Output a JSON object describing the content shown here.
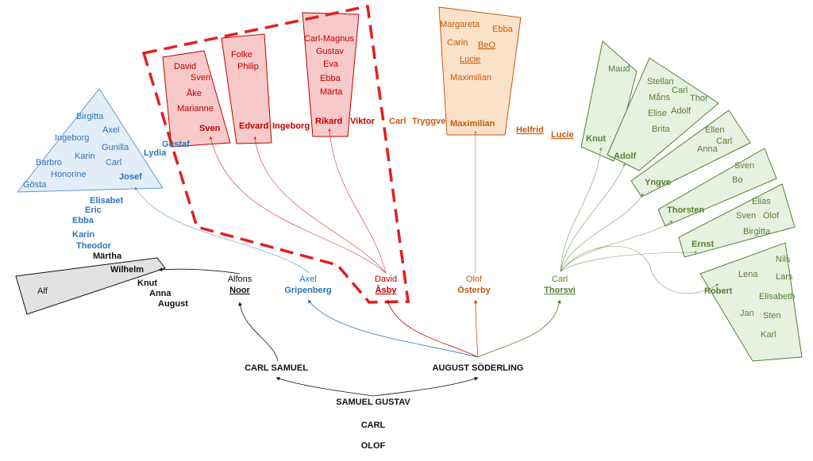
{
  "colors": {
    "black": "#111111",
    "blue": "#2e74b5",
    "red": "#c00000",
    "orange": "#c55a11",
    "green": "#538135",
    "red_fill": "#f8c9c9",
    "orange_fill": "#fbe1c7",
    "green_fill": "#e7f1df",
    "blue_fill": "#e3edf8",
    "grey_fill": "#e2e2e2",
    "highlight_dash": "#e02020"
  },
  "ancestors": {
    "root": "SAMUEL GUSTAV",
    "gen2": "CARL",
    "gen3": "OLOF",
    "child_left": "CARL SAMUEL",
    "child_right": "AUGUST SÖDERLING"
  },
  "noor": {
    "first": "Alfons",
    "family": "Noor",
    "children": [
      "Märtha",
      "Wilhelm",
      "Knut",
      "Anna",
      "August"
    ],
    "grandchildren": [
      "Alf"
    ]
  },
  "gripenberg": {
    "first": "Axel",
    "family": "Gripenberg",
    "children": [
      "Gustaf",
      "Lydia",
      "Josef",
      "Elisabet",
      "Eric",
      "Ebba",
      "Karin",
      "Theodor"
    ],
    "grandchildren": [
      "Birgitta",
      "Axel",
      "Ingeborg",
      "Gunilla",
      "Karin",
      "Carl",
      "Barbro",
      "Honorine",
      "Gösta"
    ]
  },
  "asby": {
    "first": "David",
    "family": "Åsby",
    "children": [
      "Sven",
      "Edvard",
      "Ingeborg",
      "Rikard",
      "Viktor"
    ],
    "sven_children": [
      "David",
      "Sven",
      "Åke",
      "Marianne"
    ],
    "edvard_children": [
      "Folke",
      "Philip"
    ],
    "rikard_children": [
      "Carl-Magnus",
      "Gustav",
      "Eva",
      "Ebba",
      "Märta"
    ]
  },
  "osterby": {
    "first": "Olof",
    "family": "Österby",
    "children": [
      "Carl",
      "Tryggve",
      "Maximilian",
      "Helfrid",
      "Lucie"
    ],
    "grandchildren": [
      "Margareta",
      "Ebba",
      "Carin",
      "BeO",
      "Lucie",
      "Maximilian"
    ]
  },
  "thorsvi": {
    "first": "Carl",
    "family": "Thorsvi",
    "children": [
      "Knut",
      "Adolf",
      "Yngve",
      "Thorsten",
      "Ernst",
      "Robert"
    ],
    "knut_children": [
      "Maud"
    ],
    "adolf_children": [
      "Stellan",
      "Måns",
      "Carl",
      "Thor",
      "Elise",
      "Adolf",
      "Brita"
    ],
    "yngve_children": [
      "Ellen",
      "Carl",
      "Anna"
    ],
    "thorsten_children": [
      "Sven",
      "Bo"
    ],
    "ernst_children": [
      "Elias",
      "Sven",
      "Olof",
      "Birgitta"
    ],
    "robert_children": [
      "Nils",
      "Lena",
      "Lars",
      "Elisabeth",
      "Jan",
      "Sten",
      "Karl"
    ]
  }
}
